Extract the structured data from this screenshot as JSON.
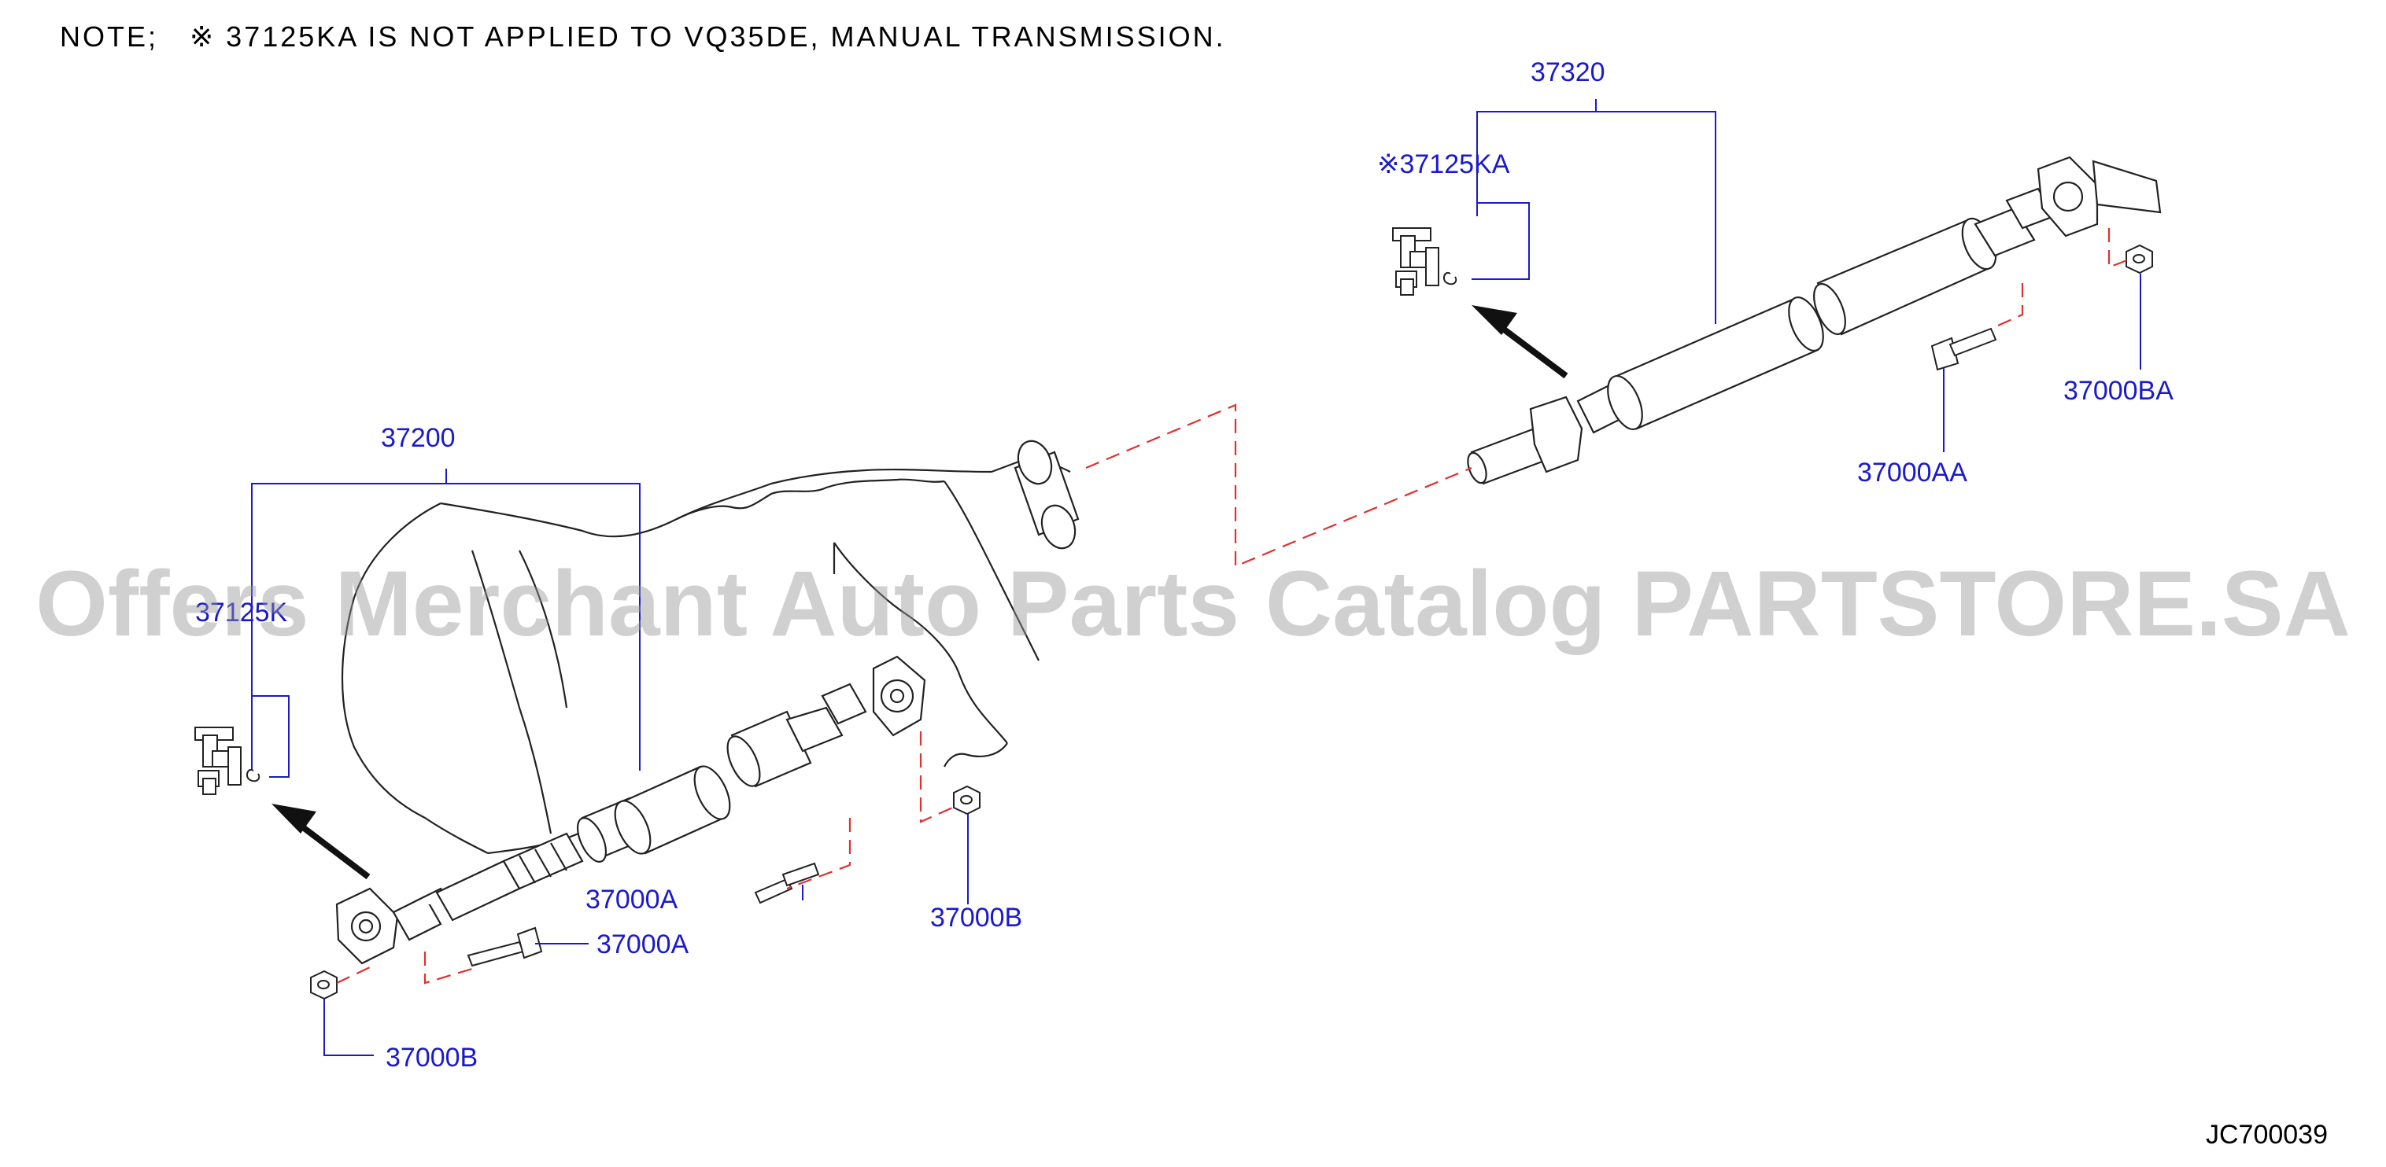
{
  "note": {
    "prefix": "NOTE;",
    "text": "※ 37125KA IS NOT APPLIED TO VQ35DE, MANUAL TRANSMISSION."
  },
  "watermark": "Offers Merchant Auto Parts Catalog PARTSTORE.SA",
  "diagram_id": "JC700039",
  "labels": {
    "assembly_rear": "37320",
    "joint_rear": "※37125KA",
    "bolt_rear": "37000AA",
    "nut_rear": "37000BA",
    "assembly_front": "37200",
    "joint_front": "37125K",
    "bolt_center": "37000A",
    "bolt_front": "37000A",
    "nut_center": "37000B",
    "nut_front": "37000B"
  },
  "colors": {
    "label": "#1a1acc",
    "leader": "#1a1acc",
    "guide": "#e03030",
    "line": "#222222"
  }
}
